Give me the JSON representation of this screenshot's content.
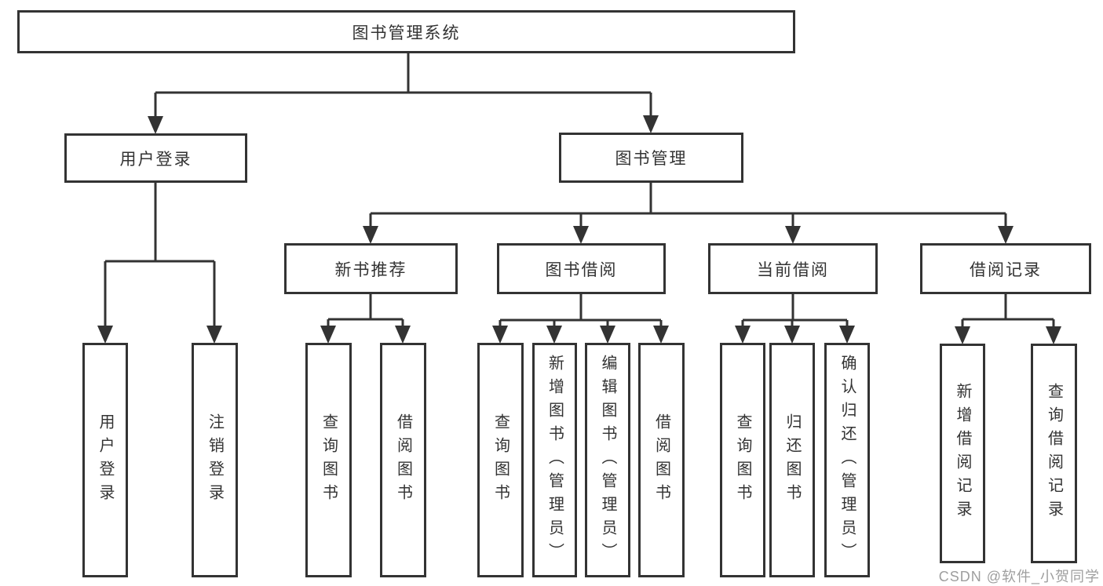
{
  "diagram": {
    "title": "图书管理系统",
    "colors": {
      "line": "#333333",
      "box_border": "#333333",
      "box_fill": "#ffffff",
      "text": "#333333",
      "watermark": "#9e9e9e"
    },
    "nodes": {
      "root": {
        "label": "图书管理系统"
      },
      "user_login": {
        "label": "用户登录"
      },
      "book_mgmt": {
        "label": "图书管理"
      },
      "new_book_rec": {
        "label": "新书推荐"
      },
      "book_borrow": {
        "label": "图书借阅"
      },
      "current_borrow": {
        "label": "当前借阅"
      },
      "borrow_records": {
        "label": "借阅记录"
      },
      "leaf_user_login": {
        "label": "用户登录"
      },
      "leaf_logout": {
        "label": "注销登录"
      },
      "leaf_query_book_rec": {
        "label": "查询图书"
      },
      "leaf_borrow_book_rec": {
        "label": "借阅图书"
      },
      "leaf_query_book_borrow": {
        "label": "查询图书"
      },
      "leaf_add_book_admin": {
        "label": "新增图书（管理员）"
      },
      "leaf_edit_book_admin": {
        "label": "编辑图书（管理员）"
      },
      "leaf_borrow_book_borrow": {
        "label": "借阅图书"
      },
      "leaf_query_book_current": {
        "label": "查询图书"
      },
      "leaf_return_book": {
        "label": "归还图书"
      },
      "leaf_confirm_return_admin": {
        "label": "确认归还（管理员）"
      },
      "leaf_add_borrow_record": {
        "label": "新增借阅记录"
      },
      "leaf_query_borrow_record": {
        "label": "查询借阅记录"
      }
    },
    "watermark": "CSDN @软件_小贺同学"
  }
}
